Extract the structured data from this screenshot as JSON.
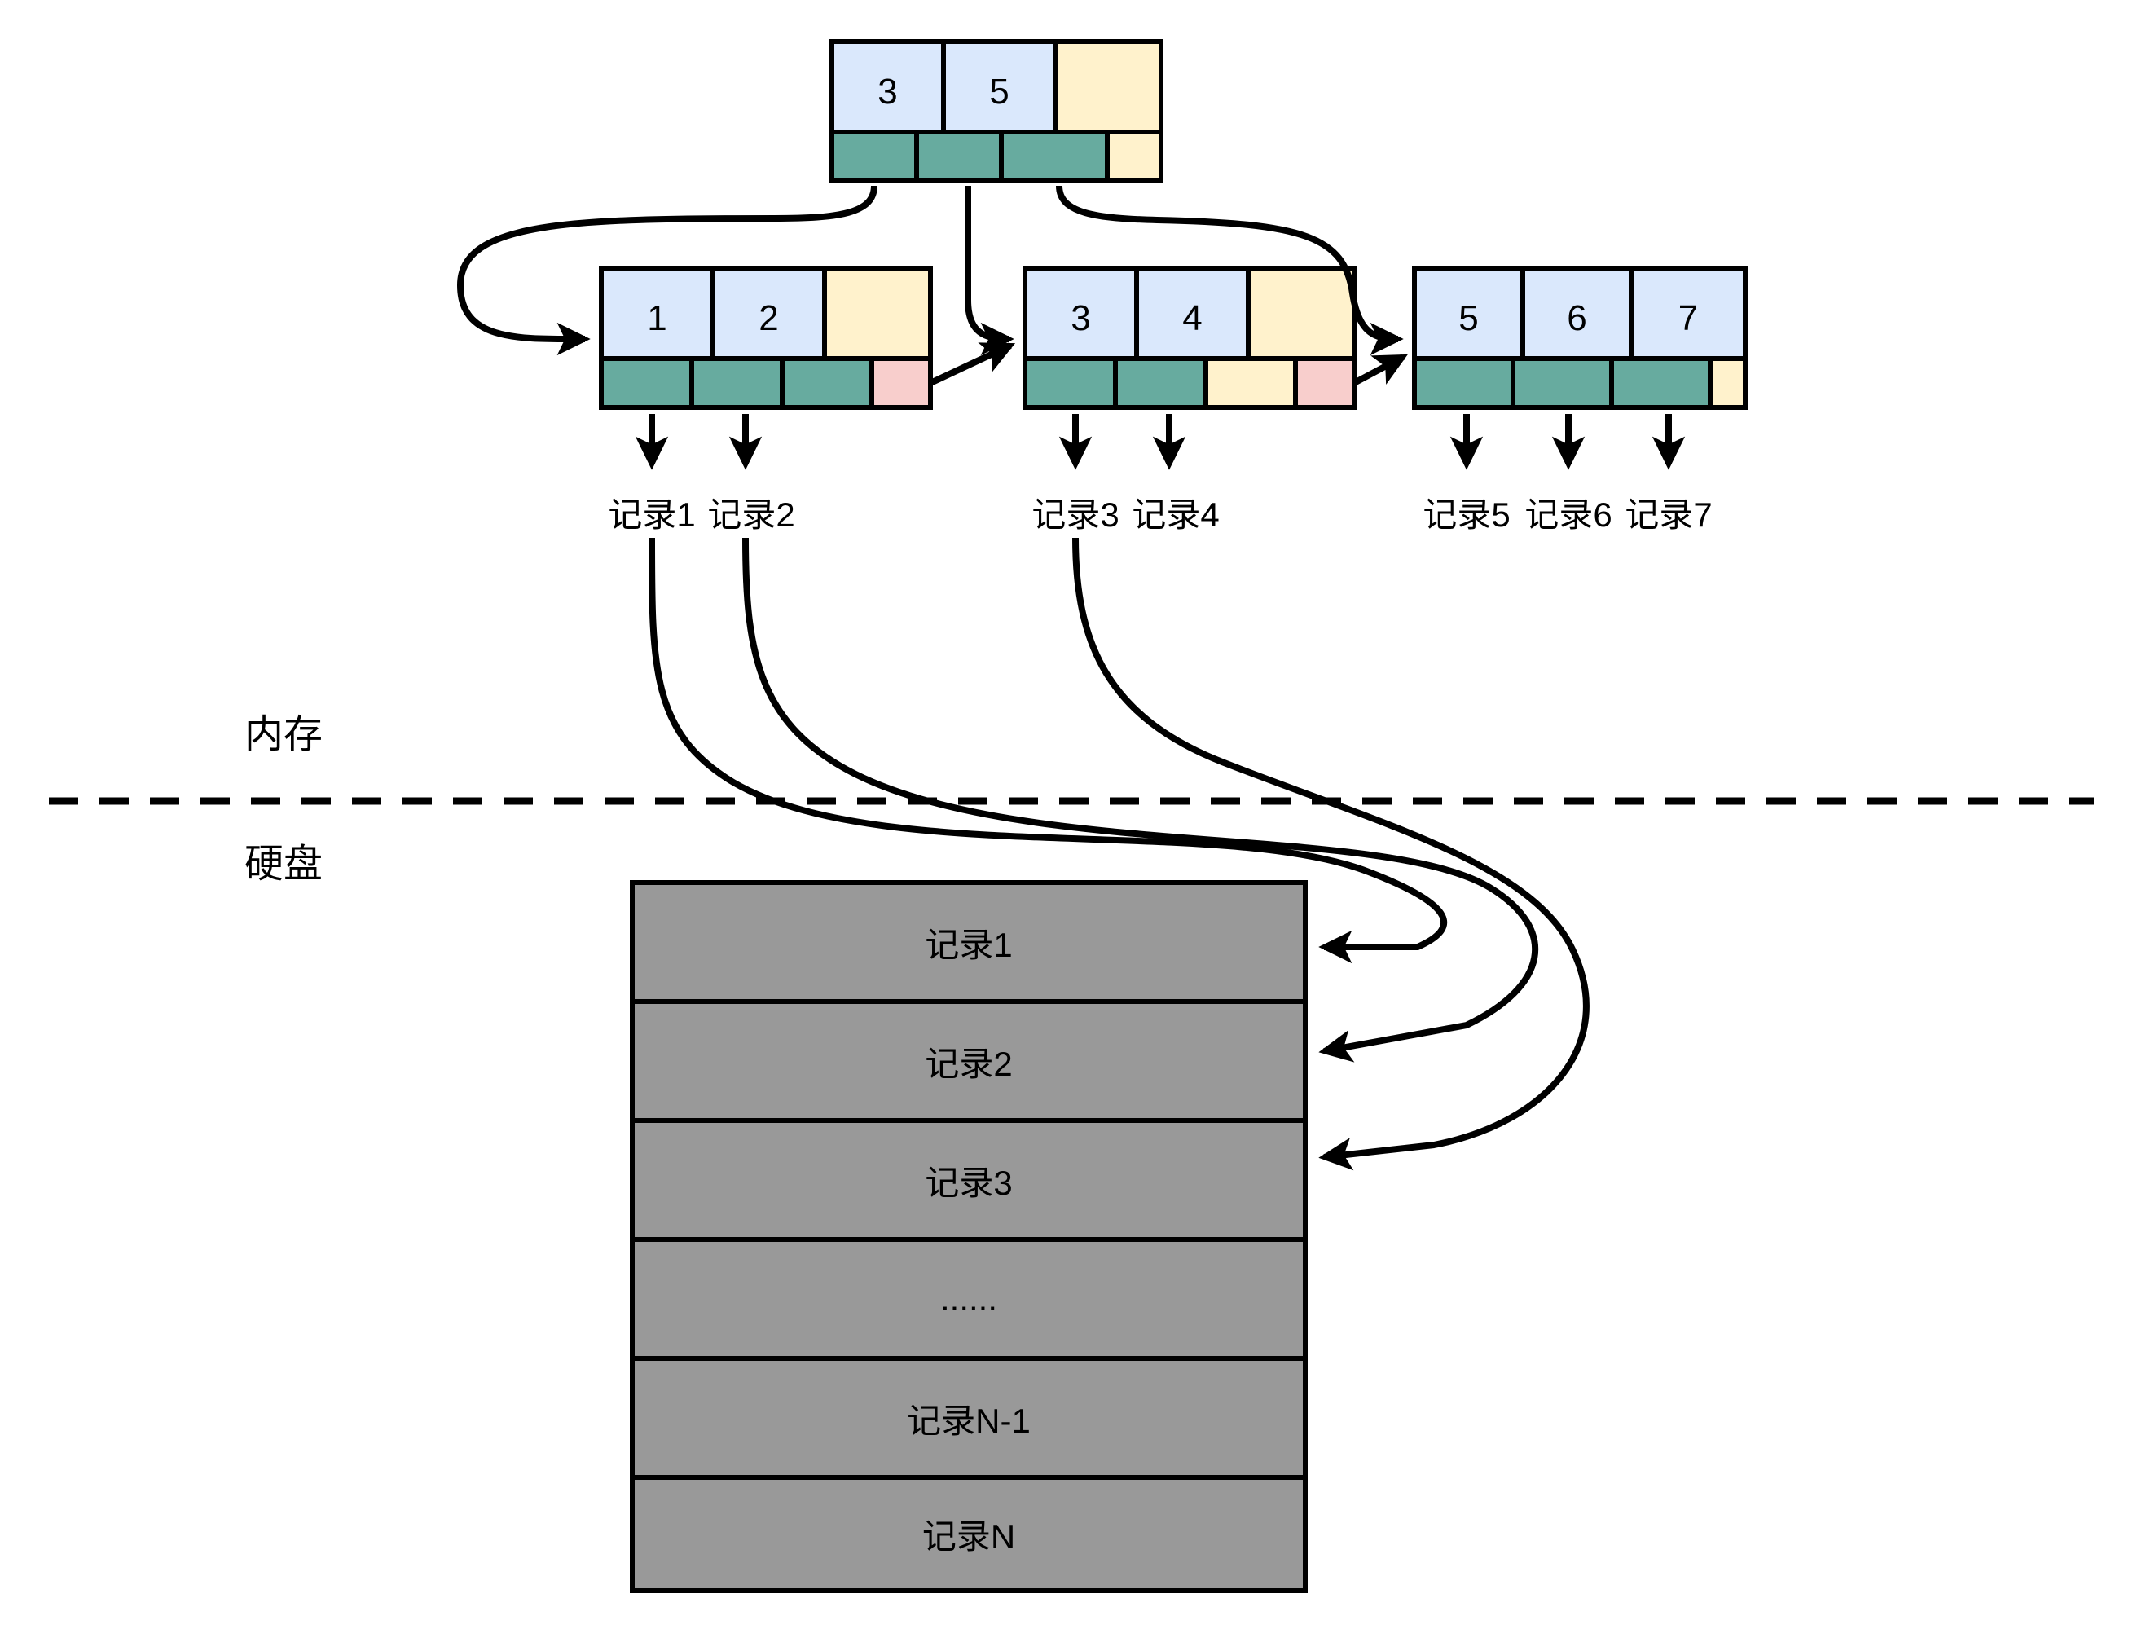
{
  "diagram": {
    "title": "B+ Tree index with records on disk",
    "colors": {
      "key_cell": "#dae8fc",
      "pointer_cell": "#67ab9f",
      "empty_cell": "#fff2cc",
      "next_pointer_cell": "#f8cecc",
      "disk_row": "#999999",
      "stroke": "#000000"
    }
  },
  "zones": {
    "memory_label": "内存",
    "disk_label": "硬盘"
  },
  "tree": {
    "root": {
      "keys": [
        "3",
        "5",
        ""
      ],
      "pointers": [
        "green",
        "green",
        "green",
        "cream"
      ]
    },
    "leaves": [
      {
        "keys": [
          "1",
          "2",
          ""
        ],
        "pointers": [
          "green",
          "green",
          "green",
          "pink"
        ]
      },
      {
        "keys": [
          "3",
          "4",
          ""
        ],
        "pointers": [
          "green",
          "green",
          "cream",
          "pink"
        ]
      },
      {
        "keys": [
          "5",
          "6",
          "7"
        ],
        "pointers": [
          "green",
          "green",
          "green",
          "cream"
        ]
      }
    ]
  },
  "record_labels": [
    "记录1",
    "记录2",
    "记录3",
    "记录4",
    "记录5",
    "记录6",
    "记录7"
  ],
  "disk_rows": [
    "记录1",
    "记录2",
    "记录3",
    "......",
    "记录N-1",
    "记录N"
  ]
}
